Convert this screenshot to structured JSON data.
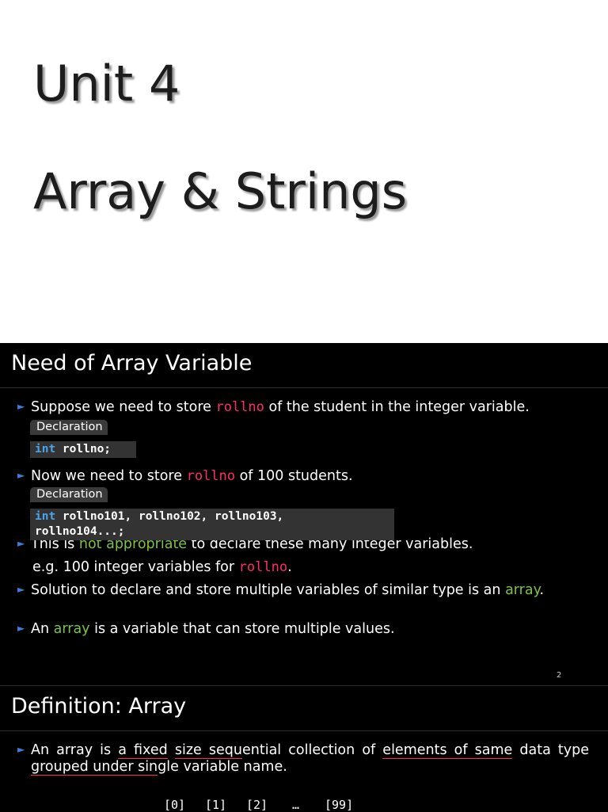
{
  "title_slide": {
    "line1": "Unit 4",
    "line2": "Array & Strings"
  },
  "slide2": {
    "title": "Need of Array Variable",
    "b1": {
      "pre": "Suppose we need to store ",
      "hl": "rollno",
      "post": " of the student in the integer variable."
    },
    "tab1": "Declaration",
    "code1": {
      "kw": "int",
      "rest": " rollno;"
    },
    "b2": {
      "pre": "Now we need to store ",
      "hl": "rollno",
      "post": " of 100 students."
    },
    "tab2": "Declaration",
    "code2": {
      "kw": "int",
      "line1": " rollno101, rollno102, rollno103,",
      "line2": "rollno104...;"
    },
    "b3": {
      "pre": "This is ",
      "green": "not appropriate",
      "post": " to declare these many integer variables."
    },
    "b3_eg": {
      "pre": "e.g. 100 integer variables for ",
      "hl": "rollno",
      "post": "."
    },
    "b4": {
      "pre": "Solution to declare and store multiple variables of similar type is an ",
      "green": "array",
      "post": "."
    },
    "b5": {
      "pre": "An ",
      "green": "array",
      "post": " is a variable that can store multiple values."
    },
    "page_number": "2"
  },
  "slide3": {
    "title": "Definition: Array",
    "b1": {
      "p1": "An array is ",
      "u1": "a fixed",
      "p2": " ",
      "u2": "size sequ",
      "p3": "ential collection of ",
      "u3": "elements of same",
      "p4": " data type ",
      "u4": "grouped under sin",
      "p5": "gle variable name."
    },
    "indices": [
      "[0]",
      "[1]",
      "[2]",
      "…",
      "[99]"
    ]
  },
  "colors": {
    "highlight": "#ff2d66",
    "green": "#7dc247",
    "keyword": "#4aa3e8",
    "bullet": "#3d7bd9"
  }
}
